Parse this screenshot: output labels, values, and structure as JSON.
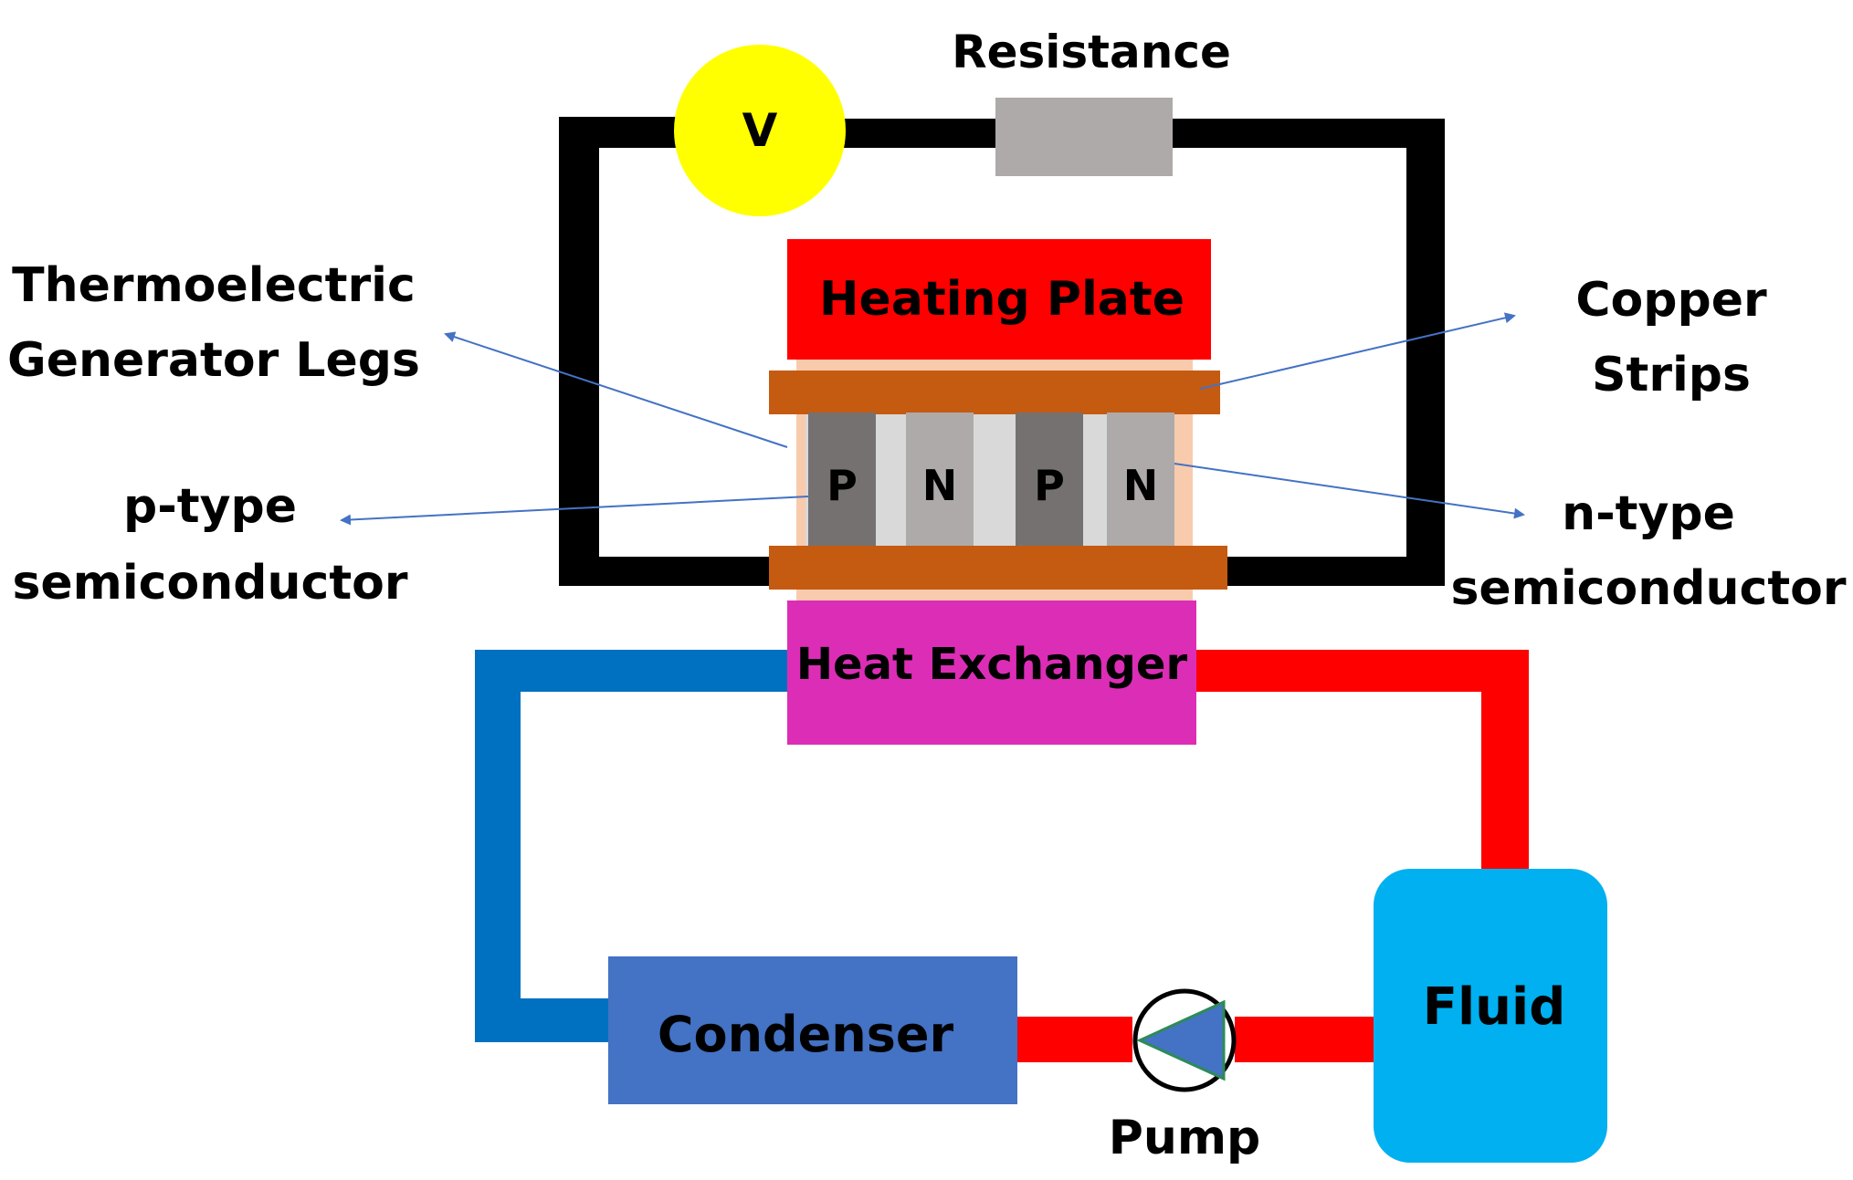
{
  "labels": {
    "voltmeter": "V",
    "resistance": "Resistance",
    "heating_plate": "Heating Plate",
    "heat_exchanger": "Heat Exchanger",
    "condenser": "Condenser",
    "pump": "Pump",
    "fluid": "Fluid",
    "teg_legs_line1": "Thermoelectric",
    "teg_legs_line2": "Generator Legs",
    "copper_line1": "Copper",
    "copper_line2": "Strips",
    "ptype_line1": "p-type",
    "ptype_line2": "semiconductor",
    "ntype_line1": "n-type",
    "ntype_line2": "semiconductor",
    "leg1": "P",
    "leg2": "N",
    "leg3": "P",
    "leg4": "N"
  },
  "colors": {
    "wire": "#000000",
    "voltmeter": "#ffff00",
    "resistor": "#aeaaaa",
    "heating_plate": "#ff0000",
    "copper": "#c55a11",
    "p_leg": "#767171",
    "n_leg": "#aeaaaa",
    "leg_gap": "#d9d9d9",
    "heat_exchanger": "#dc2db6",
    "cold_pipe": "#0070c0",
    "hot_pipe": "#ff0000",
    "condenser": "#4472c4",
    "fluid_tank": "#00b0f0",
    "pump_triangle": "#4472c4",
    "pointer": "#4472c4"
  }
}
